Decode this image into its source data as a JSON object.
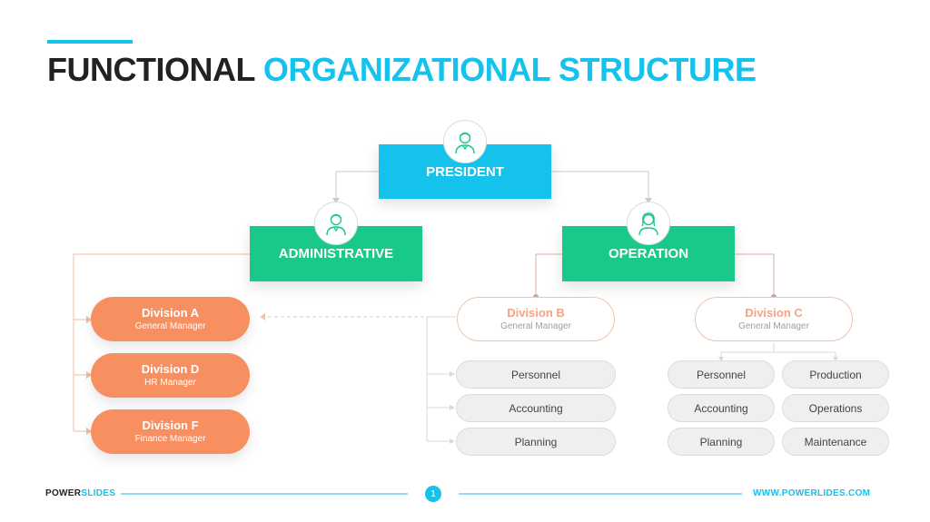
{
  "title": {
    "part1": "FUNCTIONAL",
    "part2": "ORGANIZATIONAL STRUCTURE"
  },
  "colors": {
    "accent_blue": "#14c2ec",
    "green": "#19c98a",
    "orange": "#f88f61",
    "outline_orange": "#f2c3ae",
    "grey_pill": "#efefef",
    "dark_text": "#222222"
  },
  "org": {
    "president": {
      "label": "PRESIDENT",
      "icon": "male-person-icon"
    },
    "administrative": {
      "label": "ADMINISTRATIVE",
      "icon": "male-person-icon",
      "divisions": [
        {
          "name": "Division A",
          "role": "General Manager"
        },
        {
          "name": "Division D",
          "role": "HR Manager"
        },
        {
          "name": "Division F",
          "role": "Finance Manager"
        }
      ]
    },
    "operation": {
      "label": "OPERATION",
      "icon": "female-person-icon",
      "division_b": {
        "name": "Division B",
        "role": "General Manager",
        "functions": [
          "Personnel",
          "Accounting",
          "Planning"
        ]
      },
      "division_c": {
        "name": "Division C",
        "role": "General Manager",
        "functions_left": [
          "Personnel",
          "Accounting",
          "Planning"
        ],
        "functions_right": [
          "Production",
          "Operations",
          "Maintenance"
        ]
      }
    }
  },
  "footer": {
    "brand_part1": "POWER",
    "brand_part2": "SLIDES",
    "page_number": "1",
    "url": "WWW.POWERLIDES.COM"
  }
}
